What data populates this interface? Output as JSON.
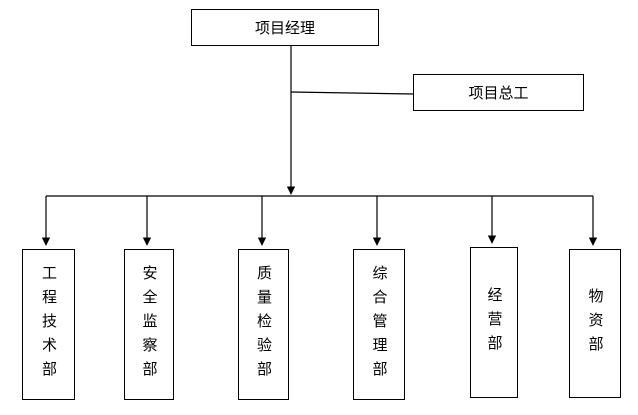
{
  "diagram": {
    "top": {
      "label": "项目经理"
    },
    "side": {
      "label": "项目总工"
    },
    "departments": [
      {
        "label": "工程技术部"
      },
      {
        "label": "安全监察部"
      },
      {
        "label": "质量检验部"
      },
      {
        "label": "综合管理部"
      },
      {
        "label": "经营部"
      },
      {
        "label": "物资部"
      }
    ]
  }
}
